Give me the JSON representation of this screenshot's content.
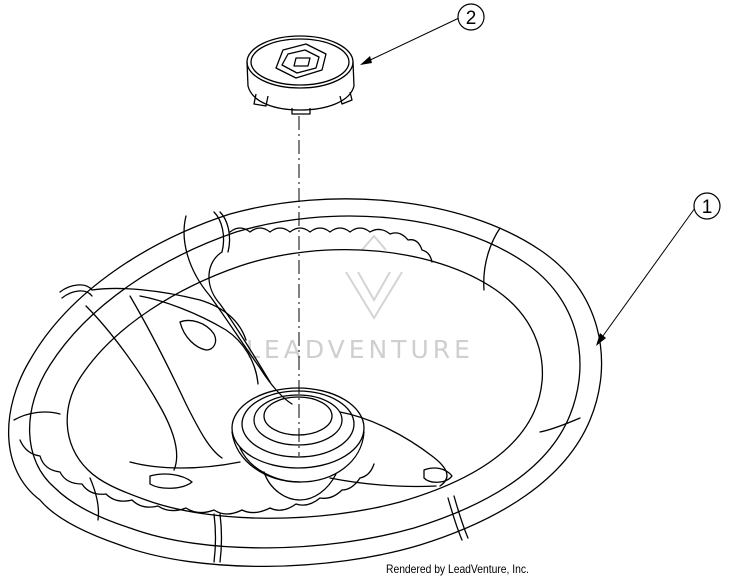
{
  "callouts": [
    {
      "id": "callout-1",
      "label": "1"
    },
    {
      "id": "callout-2",
      "label": "2"
    }
  ],
  "parts": [
    {
      "callout": "1",
      "part": "steering-wheel"
    },
    {
      "callout": "2",
      "part": "center-cap"
    }
  ],
  "watermark": {
    "text": "LEADVENTURE"
  },
  "credit": {
    "text": "Rendered by LeadVenture, Inc."
  },
  "colors": {
    "line": "#000000",
    "watermark": "#cfcfcf",
    "background": "#ffffff"
  }
}
